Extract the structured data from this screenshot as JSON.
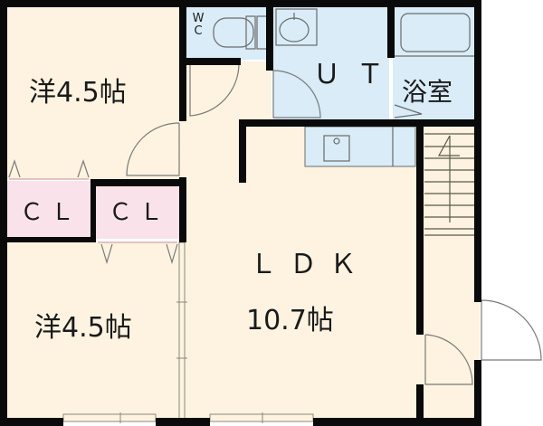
{
  "floor_plan": {
    "rooms": [
      {
        "id": "western_room_top",
        "label": "洋4.5帖",
        "type": "Western-style room",
        "size_jo": 4.5
      },
      {
        "id": "western_room_bottom",
        "label": "洋4.5帖",
        "type": "Western-style room",
        "size_jo": 4.5
      },
      {
        "id": "closet_left",
        "label": "ＣＬ",
        "type": "closet"
      },
      {
        "id": "closet_right",
        "label": "ＣＬ",
        "type": "closet"
      },
      {
        "id": "wc",
        "label": "W C",
        "label_lines": [
          "W",
          "C"
        ],
        "type": "toilet"
      },
      {
        "id": "utility",
        "label": "ＵＴ",
        "type": "utility / washroom"
      },
      {
        "id": "bathroom",
        "label": "浴室",
        "type": "bathroom"
      },
      {
        "id": "ldk",
        "label": "ＬＤＫ",
        "size_label": "10.7帖",
        "type": "living dining kitchen",
        "size_jo": 10.7
      }
    ],
    "colors": {
      "wall": "#0a0a0a",
      "room_floor": "#fdf3e0",
      "wet_area": "#d9ecf7",
      "closet": "#f9e2ea",
      "fixture_line": "#6b6b6b",
      "door_line": "#7a7a7a",
      "background": "#ffffff"
    }
  }
}
